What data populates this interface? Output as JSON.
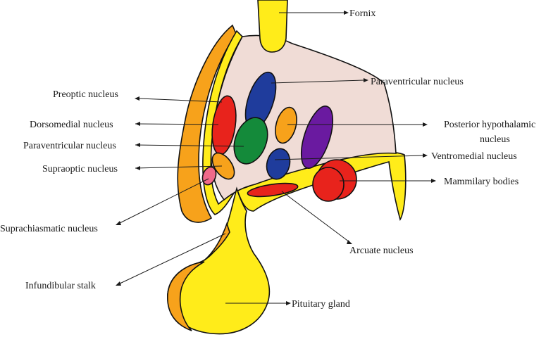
{
  "labels": {
    "fornix": "Fornix",
    "paraventricular_top": "Paraventricular nucleus",
    "preoptic": "Preoptic nucleus",
    "dorsomedial": "Dorsomedial nucleus",
    "paraventricular_left": "Paraventricular nucleus",
    "supraoptic": "Supraoptic nucleus",
    "posterior_line1": "Posterior hypothalamic",
    "posterior_line2": "nucleus",
    "ventromedial": "Ventromedial nucleus",
    "mammillary": "Mammilary bodies",
    "suprachiasmatic": "Suprachiasmatic nucleus",
    "arcuate": "Arcuate nucleus",
    "infundibular": "Infundibular stalk",
    "pituitary": "Pituitary gland"
  },
  "colors": {
    "hypothalamus_fill": "#f0dcd6",
    "yellow": "#ffec1a",
    "orange": "#f7a21b",
    "red": "#e8231c",
    "blue": "#1f3c9c",
    "green": "#148a3a",
    "purple": "#6a1aa0",
    "pink": "#f06a8a"
  }
}
